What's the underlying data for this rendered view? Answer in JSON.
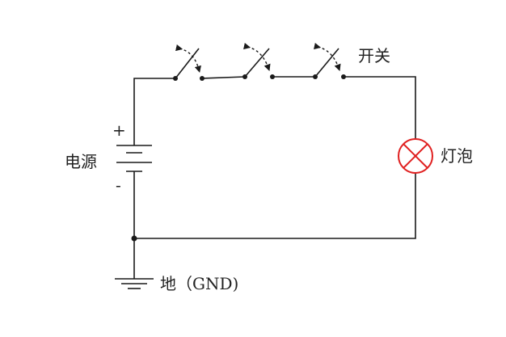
{
  "labels": {
    "power": "电源",
    "plus": "+",
    "minus": "-",
    "switch": "开关",
    "bulb": "灯泡",
    "ground": "地（GND)"
  },
  "colors": {
    "wire": "#1a1a1a",
    "bulb": "#e02020",
    "text": "#222222"
  },
  "components": {
    "switches": 3,
    "battery": "battery-icon",
    "lamp": "lamp-icon",
    "ground": "ground-icon"
  }
}
